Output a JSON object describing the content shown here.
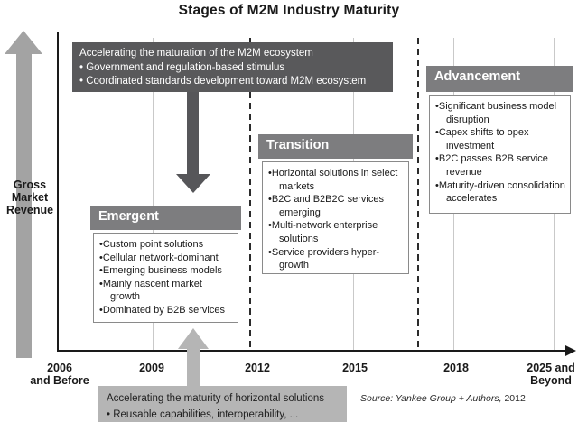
{
  "title": "Stages of M2M Industry Maturity",
  "y_axis": {
    "label_line1": "Gross",
    "label_line2": "Market",
    "label_line3": "Revenue"
  },
  "x_axis": {
    "labels": [
      [
        "2006",
        "and Before"
      ],
      [
        "2009"
      ],
      [
        "2012"
      ],
      [
        "2015"
      ],
      [
        "2018"
      ],
      [
        "2025 and",
        "Beyond"
      ]
    ]
  },
  "top_callout": {
    "heading": "Accelerating the maturation of the M2M ecosystem",
    "bullets": [
      "Government and regulation-based stimulus",
      "Coordinated standards development toward M2M ecosystem"
    ]
  },
  "stages": [
    {
      "name": "Emergent",
      "bullets": [
        "Custom point solutions",
        "Cellular network-dominant",
        "Emerging business models",
        "Mainly nascent market growth",
        "Dominated by B2B services"
      ]
    },
    {
      "name": "Transition",
      "bullets": [
        "Horizontal solutions in select markets",
        "B2C and B2B2C services emerging",
        "Multi-network enterprise solutions",
        "Service providers hyper-growth"
      ]
    },
    {
      "name": "Advancement",
      "bullets": [
        "Significant business model disruption",
        "Capex shifts to opex investment",
        "B2C passes B2B service revenue",
        "Maturity-driven consolidation accelerates"
      ]
    }
  ],
  "bottom_callout": {
    "heading": "Accelerating the maturity of horizontal solutions",
    "bullets": [
      "Reusable capabilities, interoperability, ..."
    ]
  },
  "source": {
    "text_italic": "Source: Yankee Group + Authors,",
    "text_regular": " 2012"
  },
  "colors": {
    "dark_callout": "#59595b",
    "stage_header": "#7d7d7f",
    "light_callout": "#b5b5b5",
    "growth_arrow": "#a3a3a3",
    "guide_line": "#c9c9c9",
    "dashed_divider": "#2b2b2b",
    "axis": "#1a1a1a"
  }
}
